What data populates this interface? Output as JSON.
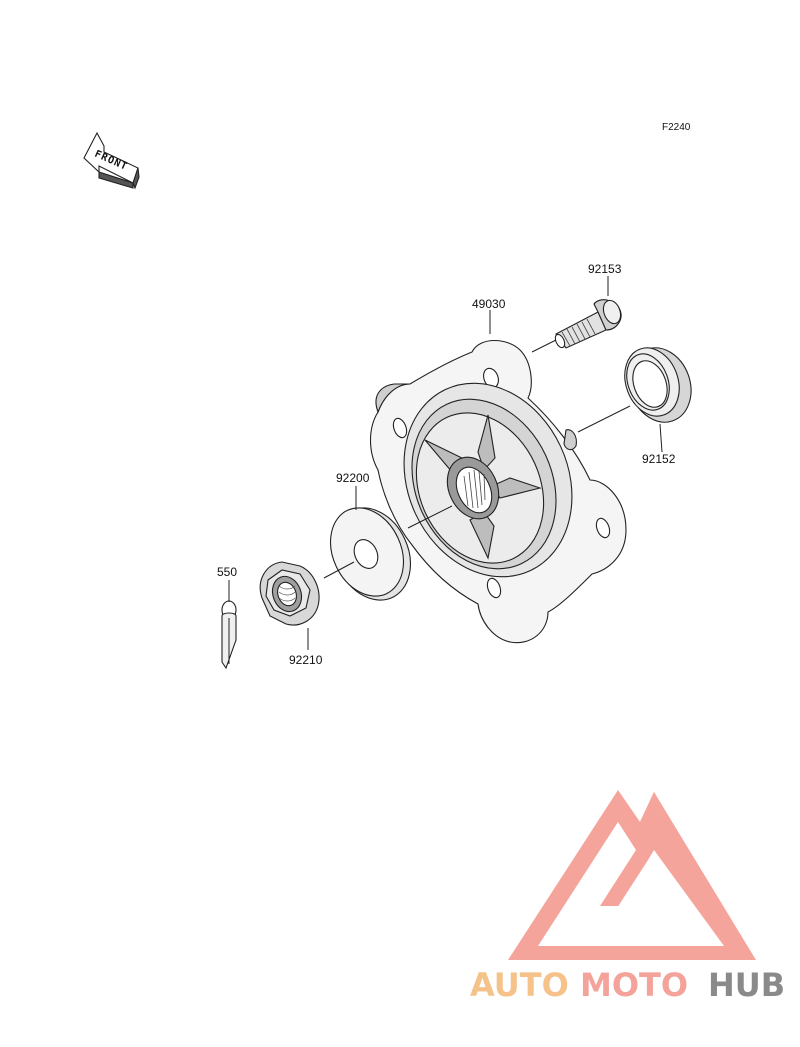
{
  "diagram": {
    "figure_code": "F2240",
    "front_label": "FRONT",
    "parts": [
      {
        "number": "49030"
      },
      {
        "number": "92153"
      },
      {
        "number": "92152"
      },
      {
        "number": "92200"
      },
      {
        "number": "550"
      },
      {
        "number": "92210"
      }
    ]
  },
  "watermark": {
    "part1": "AUTO",
    "part2": "MOTO",
    "part3": "HUB",
    "color1": "#f5c28a",
    "color2": "#f3a39a",
    "color3": "#8a8a8a",
    "triangle_color": "#f5a49b"
  }
}
